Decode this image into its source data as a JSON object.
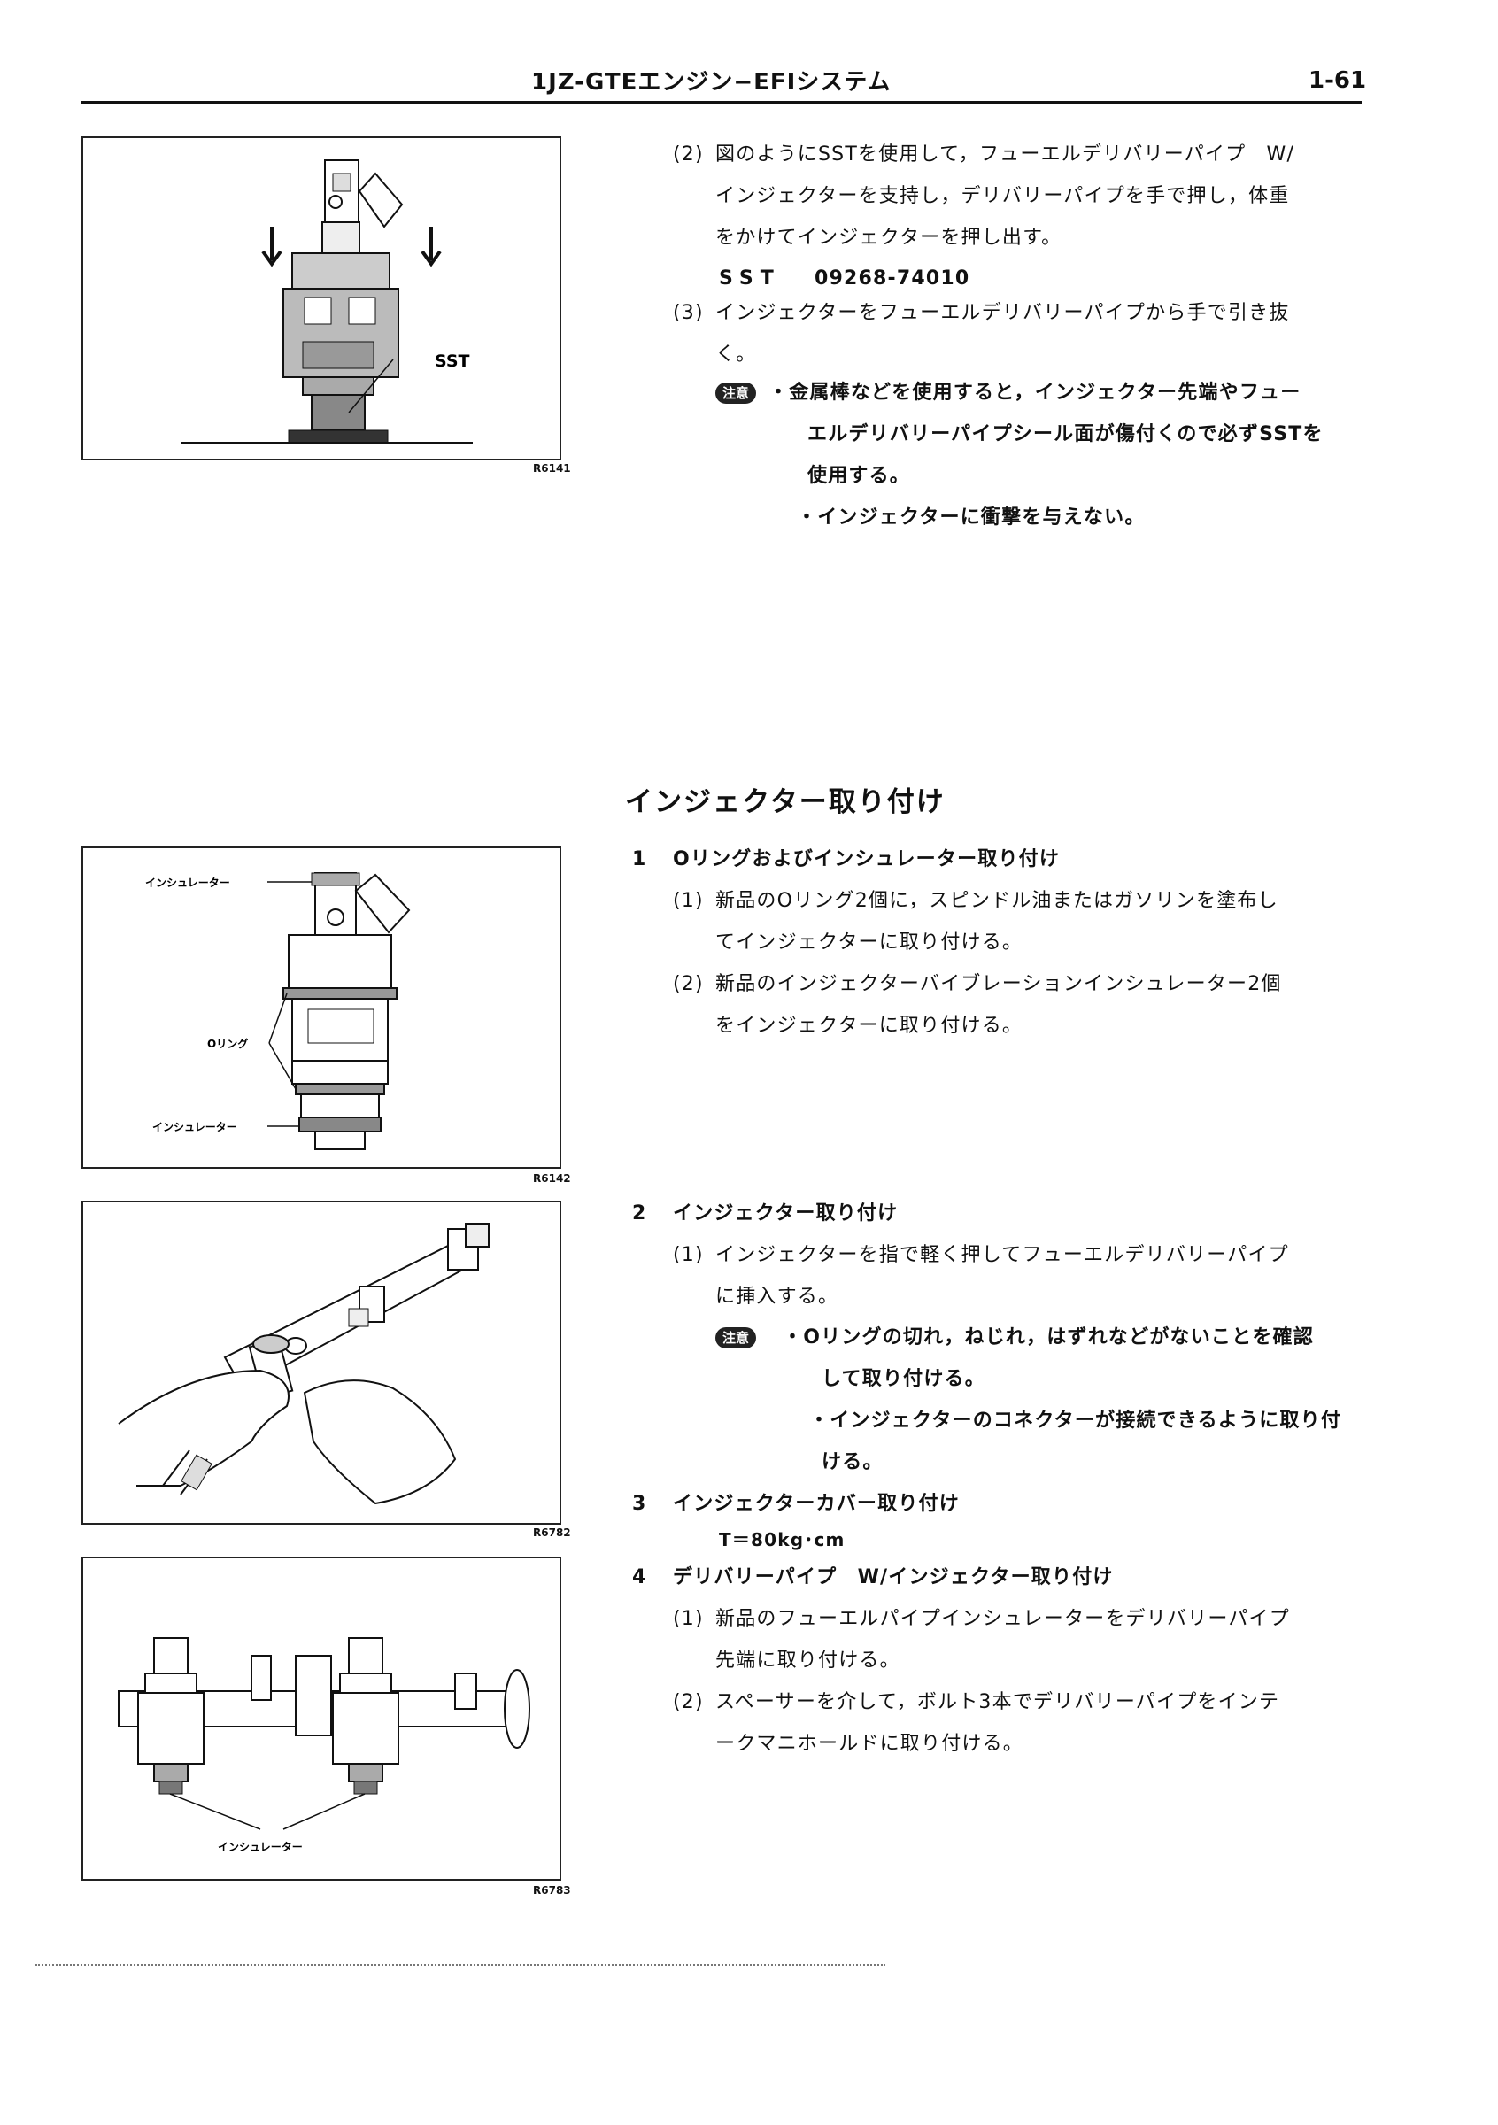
{
  "header": {
    "title": "1JZ-GTEエンジン−EFIシステム",
    "page": "1-61"
  },
  "fig1": {
    "label": "SST",
    "id": "R6141"
  },
  "removal": {
    "s2_num": "(2)",
    "s2_l1": "図のようにSSTを使用して，フューエルデリバリーパイプ　W/",
    "s2_l2": "インジェクターを支持し，デリバリーパイプを手で押し，体重",
    "s2_l3": "をかけてインジェクターを押し出す。",
    "sst_label": "SST",
    "sst_no": "09268-74010",
    "s3_num": "(3)",
    "s3_l1": "インジェクターをフューエルデリバリーパイプから手で引き抜",
    "s3_l2": "く。",
    "caution": "注意",
    "c1_l1": "・金属棒などを使用すると，インジェクター先端やフュー",
    "c1_l2": "エルデリバリーパイプシール面が傷付くので必ずSSTを",
    "c1_l3": "使用する。",
    "c2": "・インジェクターに衝撃を与えない。"
  },
  "install": {
    "heading": "インジェクター取り付け",
    "st1_num": "1",
    "st1_title": "Oリングおよびインシュレーター取り付け",
    "st1_1_num": "(1)",
    "st1_1_l1": "新品のOリング2個に，スピンドル油またはガソリンを塗布し",
    "st1_1_l2": "てインジェクターに取り付ける。",
    "st1_2_num": "(2)",
    "st1_2_l1": "新品のインジェクターバイブレーションインシュレーター2個",
    "st1_2_l2": "をインジェクターに取り付ける。",
    "st2_num": "2",
    "st2_title": "インジェクター取り付け",
    "st2_1_num": "(1)",
    "st2_1_l1": "インジェクターを指で軽く押してフューエルデリバリーパイプ",
    "st2_1_l2": "に挿入する。",
    "caution": "注意",
    "c3_l1": "・Oリングの切れ，ねじれ，はずれなどがないことを確認",
    "c3_l2": "して取り付ける。",
    "c4_l1": "・インジェクターのコネクターが接続できるように取り付",
    "c4_l2": "ける。",
    "st3_num": "3",
    "st3_title": "インジェクターカバー取り付け",
    "st3_torque": "T＝80kg･cm",
    "st4_num": "4",
    "st4_title": "デリバリーパイプ　W/インジェクター取り付け",
    "st4_1_num": "(1)",
    "st4_1_l1": "新品のフューエルパイプインシュレーターをデリバリーパイプ",
    "st4_1_l2": "先端に取り付ける。",
    "st4_2_num": "(2)",
    "st4_2_l1": "スペーサーを介して，ボルト3本でデリバリーパイプをインテ",
    "st4_2_l2": "ークマニホールドに取り付ける。"
  },
  "fig2": {
    "insulator_top": "インシュレーター",
    "oring": "Oリング",
    "insulator_bottom": "インシュレーター",
    "id": "R6142"
  },
  "fig3": {
    "id": "R6782"
  },
  "fig4": {
    "insulator": "インシュレーター",
    "id": "R6783"
  }
}
